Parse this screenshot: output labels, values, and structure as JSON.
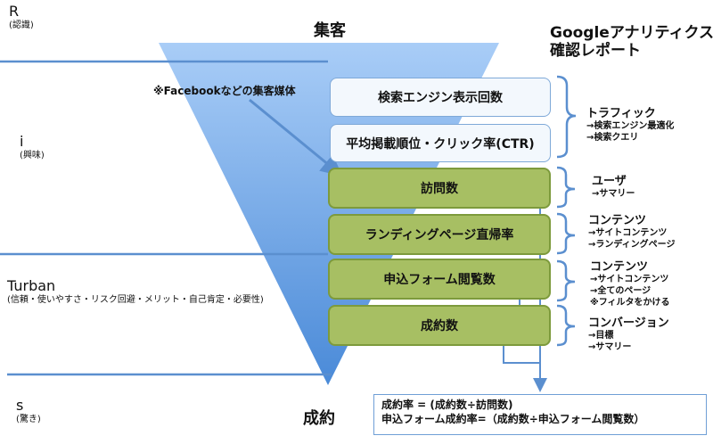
{
  "stages": [
    {
      "letter": "R",
      "sub": "(認識)"
    },
    {
      "letter": "i",
      "sub": "(興味)"
    },
    {
      "letter": "Turban",
      "sub": "(信頼・使いやすさ・リスク回避・メリット・自己肯定・必要性)"
    },
    {
      "letter": "s",
      "sub": "(驚き)"
    }
  ],
  "funnel": {
    "top_label": "集客",
    "bottom_label": "成約",
    "note": "※Facebookなどの集客媒体",
    "top_color": "#a9cdf7",
    "bottom_color": "#4a8ad8"
  },
  "metrics": [
    {
      "label": "検索エンジン表示回数",
      "style": "white"
    },
    {
      "label": "平均掲載順位・クリック率(CTR)",
      "style": "white"
    },
    {
      "label": "訪問数",
      "style": "green"
    },
    {
      "label": "ランディングページ直帰率",
      "style": "green"
    },
    {
      "label": "申込フォーム閲覧数",
      "style": "green"
    },
    {
      "label": "成約数",
      "style": "green"
    }
  ],
  "report": {
    "title_line1": "Googleアナリティクス",
    "title_line2": "確認レポート",
    "categories": [
      {
        "heading": "トラフィック",
        "items": [
          "→検索エンジン最適化",
          "→検索クエリ"
        ]
      },
      {
        "heading": "ユーザ",
        "items": [
          "→サマリー"
        ]
      },
      {
        "heading": "コンテンツ",
        "items": [
          "→サイトコンテンツ",
          "→ランディングページ"
        ]
      },
      {
        "heading": "コンテンツ",
        "items": [
          "→サイトコンテンツ",
          "→全てのページ",
          "※フィルタをかける"
        ]
      },
      {
        "heading": "コンバージョン",
        "items": [
          "→目標",
          "→サマリー"
        ]
      }
    ]
  },
  "formulas": {
    "line1": "成約率 = (成約数÷訪問数)",
    "line2": "申込フォーム成約率=（成約数÷申込フォーム閲覧数）"
  },
  "colors": {
    "line": "#5b8fcf",
    "green_fill": "#a7bf63",
    "green_border": "#7d9a3c",
    "white_box_border": "#7fa9d8"
  }
}
